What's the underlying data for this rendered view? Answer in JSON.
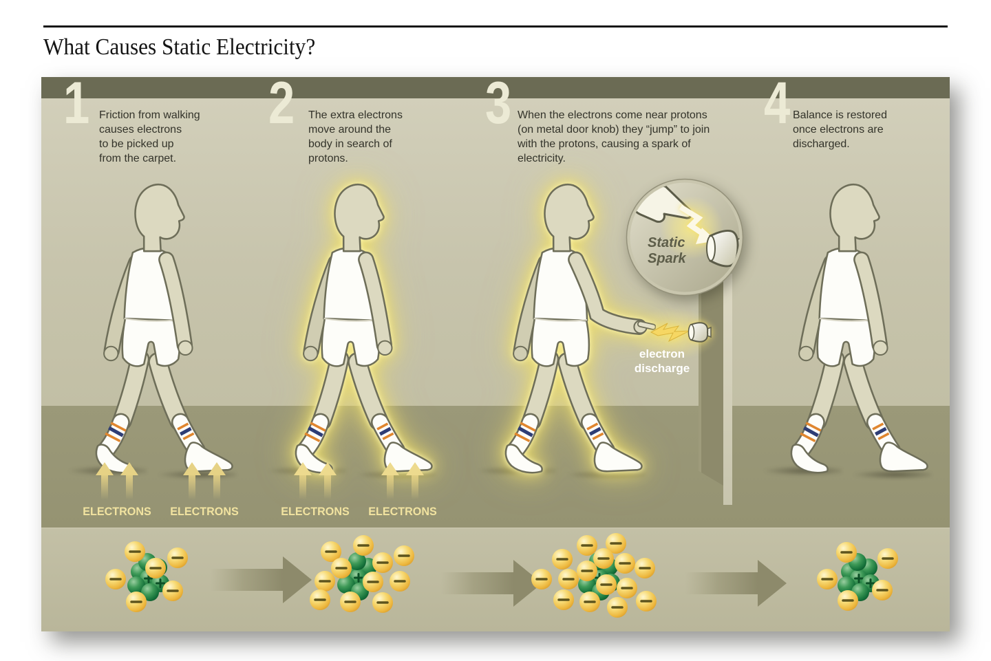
{
  "page": {
    "title": "What Causes Static Electricity?"
  },
  "steps": [
    {
      "number": "1",
      "text": "Friction from walking\ncauses electrons\nto be picked up\nfrom the carpet."
    },
    {
      "number": "2",
      "text": "The extra electrons\nmove around the\nbody in search of\nprotons."
    },
    {
      "number": "3",
      "text": "When the electrons come near protons\n(on metal door knob) they “jump” to join\nwith the protons, causing a spark of\nelectricity."
    },
    {
      "number": "4",
      "text": "Balance is restored\nonce electrons are\ndischarged."
    }
  ],
  "labels": {
    "electrons": "ELECTRONS",
    "static_spark_line1": "Static",
    "static_spark_line2": "Spark",
    "electron_discharge": "electron\ndischarge"
  },
  "diagram": {
    "atoms": [
      {
        "electrons": 6,
        "protons": 7
      },
      {
        "electrons": 11,
        "protons": 7
      },
      {
        "electrons": 15,
        "protons": 7
      },
      {
        "electrons": 5,
        "protons": 7
      }
    ],
    "colors": {
      "header_band": "#6b6b54",
      "wall": "#c9c6af",
      "floor": "#9b9979",
      "bottom_strip": "#bfbc9f",
      "step_number": "#ecead5",
      "body_text": "#33332a",
      "electrons_label": "#f1e3a0",
      "glow": "#f0de6e",
      "electron_sphere": "#f5d469",
      "proton_sphere": "#2f8c4c",
      "sock_stripe_orange": "#e0862e",
      "sock_stripe_navy": "#2e3d75",
      "discharge_text": "#ffffff"
    }
  }
}
